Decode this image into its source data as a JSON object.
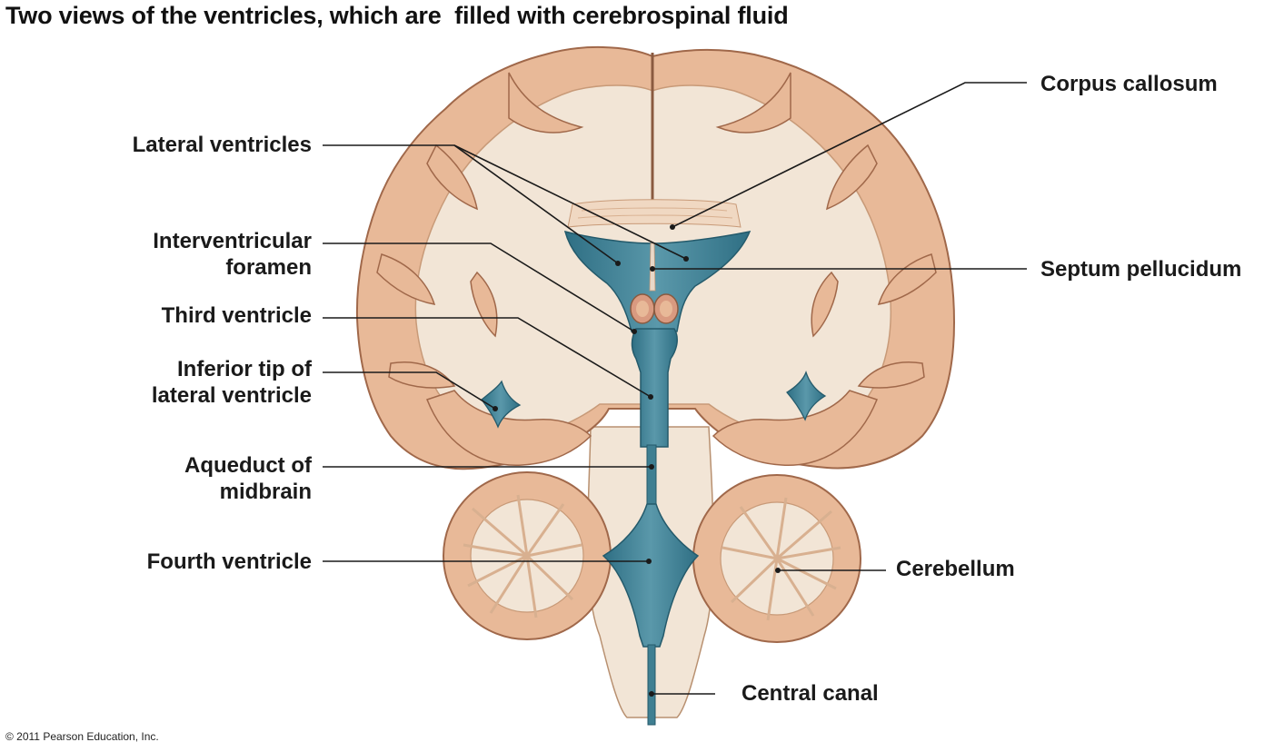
{
  "title": "Two views of the ventricles, which are  filled with cerebrospinal fluid",
  "copyright": "© 2011 Pearson Education, Inc.",
  "colors": {
    "cortex": "#e8b998",
    "white_matter": "#f2e5d6",
    "ventricle": "#3f7f92",
    "outline": "#8a5a40",
    "leader_line": "#1a1a1a"
  },
  "labels": {
    "corpus_callosum": "Corpus callosum",
    "lateral_ventricles": "Lateral ventricles",
    "interventricular_1": "Interventricular",
    "interventricular_2": "foramen",
    "septum_pellucidum": "Septum pellucidum",
    "third_ventricle": "Third ventricle",
    "inferior_tip_1": "Inferior tip of",
    "inferior_tip_2": "lateral ventricle",
    "aqueduct_1": "Aqueduct of",
    "aqueduct_2": "midbrain",
    "fourth_ventricle": "Fourth ventricle",
    "cerebellum": "Cerebellum",
    "central_canal": "Central canal"
  }
}
